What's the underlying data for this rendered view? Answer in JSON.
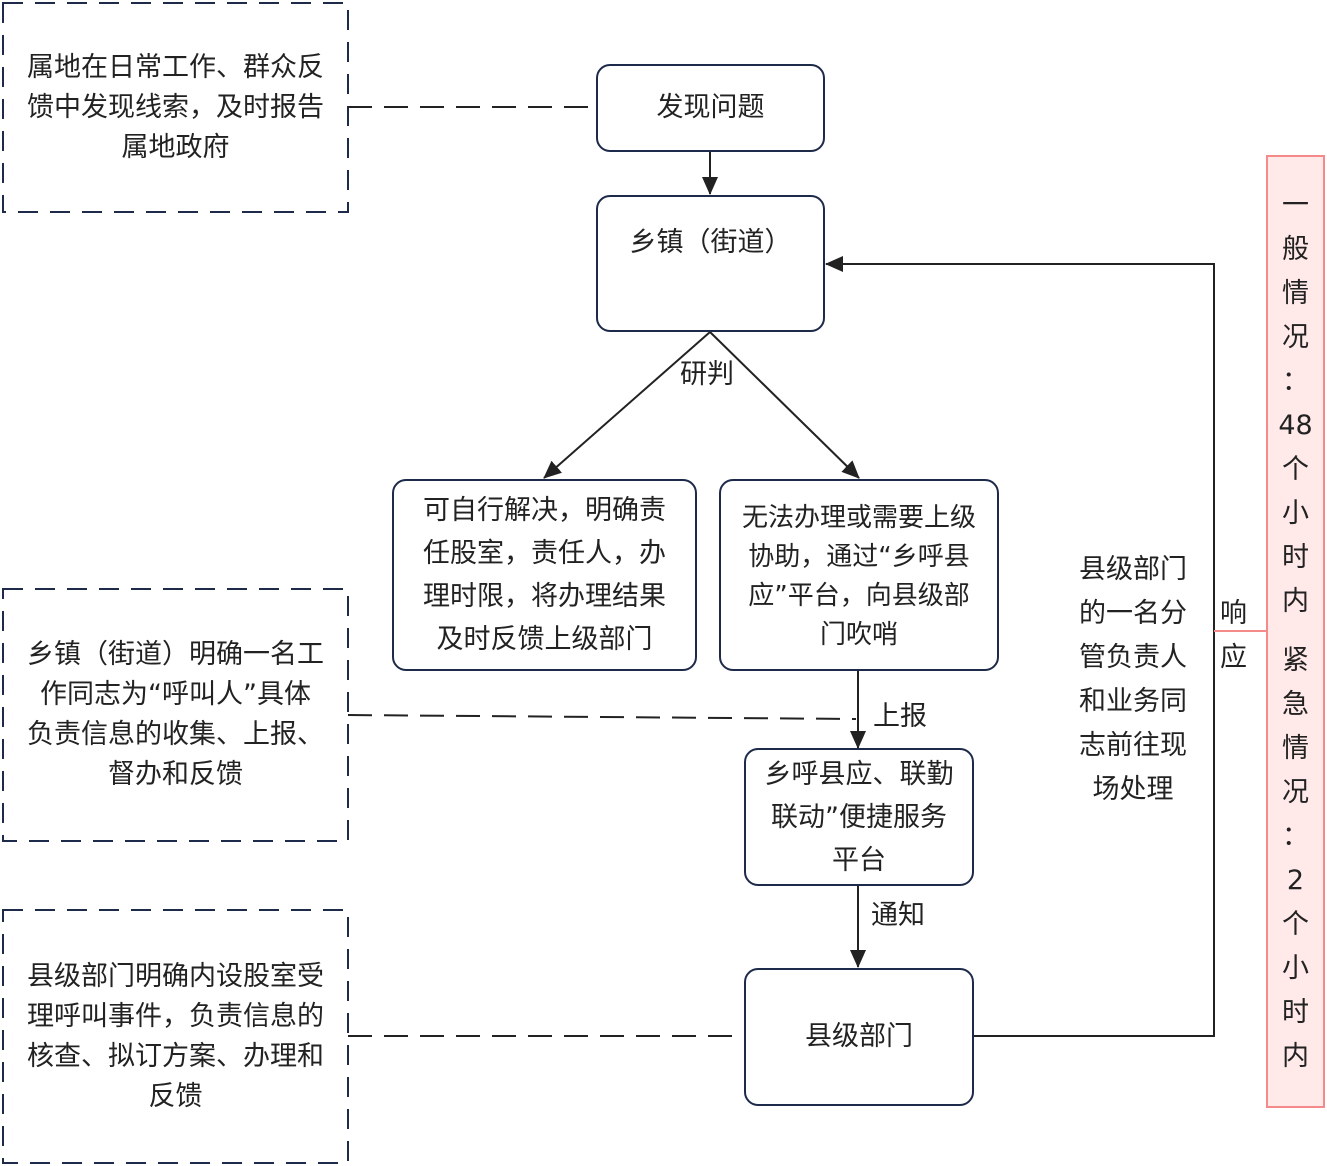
{
  "notes": {
    "discover_note": "属地在日常工作、群众反\n馈中发现线索，及时报告\n属地政府",
    "caller_note": "乡镇（街道）明确一名工\n作同志为“呼叫人”具体\n负责信息的收集、上报、\n督办和反馈",
    "county_note": "县级部门明确内设股室受\n理呼叫事件，负责信息的\n核查、拟订方案、办理和\n反馈"
  },
  "nodes": {
    "discover": "发现问题",
    "township": "乡镇（街道）",
    "self_resolve": "可自行解决，明确责\n任股室，责任人，办\n理时限，将办理结果\n及时反馈上级部门",
    "escalate": "无法办理或需要上级\n协助，通过“乡呼县\n应”平台，向县级部\n门吹哨",
    "platform": "乡呼县应、联勤\n联动”便捷服务\n平台",
    "county_dept": "县级部门"
  },
  "edge_labels": {
    "judge": "研判",
    "report": "上报",
    "notify": "通知",
    "respond": "响\n应",
    "onsite": "县级部门\n的一名分\n管负责人\n和业务同\n志前往现\n场处理"
  },
  "timing": {
    "general": [
      "一",
      "般",
      "情",
      "况",
      "：",
      "48",
      "个",
      "小",
      "时",
      "内"
    ],
    "urgent": [
      "紧",
      "急",
      "情",
      "况",
      "：",
      "2",
      "个",
      "小",
      "时",
      "内"
    ]
  },
  "colors": {
    "box_border": "#1e2a4a",
    "line": "#222222",
    "timing_fill": "#ffe9e9",
    "timing_border": "#f58a8a"
  }
}
